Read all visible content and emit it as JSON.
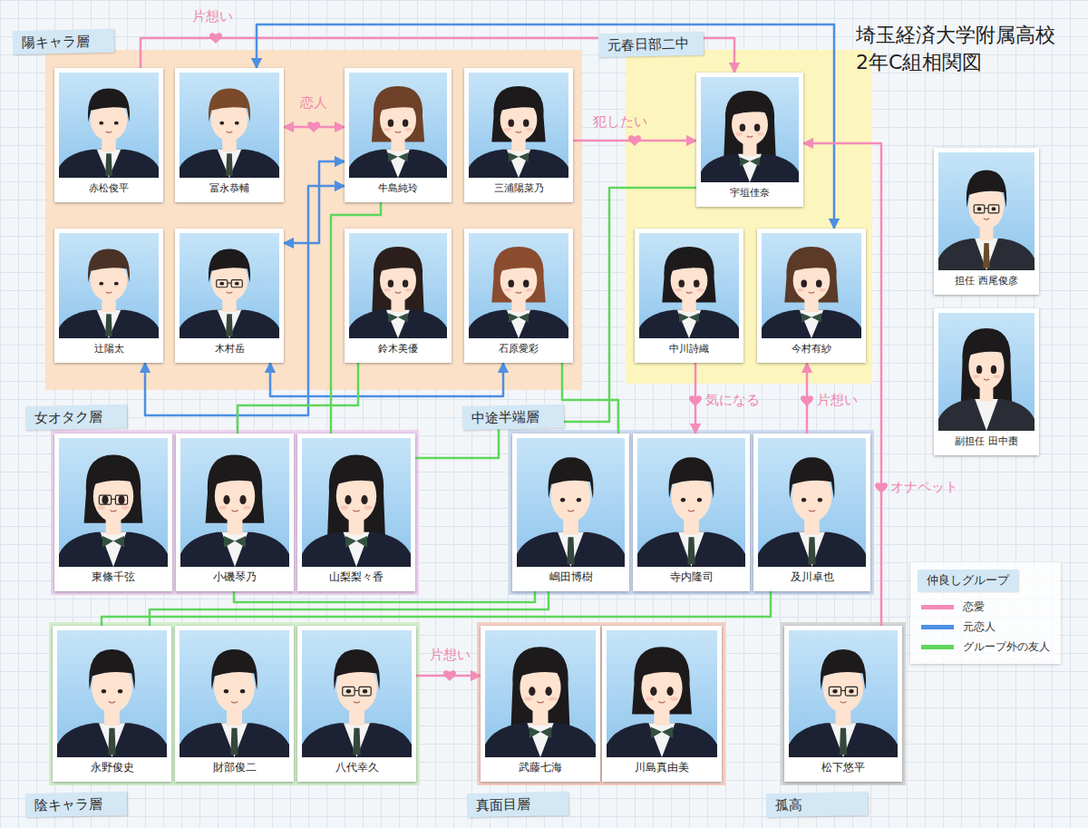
{
  "diagram": {
    "title": "埼玉経済大学附属高校 2年C組相関図",
    "nodes": [
      {
        "text": [
          "陽キャラ層"
        ]
      },
      {
        "text": [
          "赤松俊平"
        ],
        "in": 0
      },
      {
        "text": [
          "冨永恭輔"
        ],
        "in": 0
      },
      {
        "text": [
          "牛島純玲"
        ],
        "in": 0
      },
      {
        "text": [
          "三浦陽菜乃"
        ],
        "in": 0
      },
      {
        "text": [
          "辻陽太"
        ],
        "in": 0
      },
      {
        "text": [
          "木村岳"
        ],
        "in": 0
      },
      {
        "text": [
          "鈴木美優"
        ],
        "in": 0
      },
      {
        "text": [
          "石原愛彩"
        ],
        "in": 0
      },
      {
        "text": [
          "元春日部二中"
        ]
      },
      {
        "text": [
          "宇垣佳奈"
        ],
        "in": 9
      },
      {
        "text": [
          "中川詩織"
        ],
        "in": 9
      },
      {
        "text": [
          "今村有紗"
        ],
        "in": 9
      },
      {
        "text": [
          "担任 西尾俊彦"
        ]
      },
      {
        "text": [
          "副担任 田中棗"
        ]
      },
      {
        "text": [
          "女オタク層"
        ]
      },
      {
        "text": [
          "東條千弦"
        ],
        "in": 15
      },
      {
        "text": [
          "小磯琴乃"
        ],
        "in": 15
      },
      {
        "text": [
          "山梨梨々香"
        ],
        "in": 15
      },
      {
        "text": [
          "中途半端層"
        ]
      },
      {
        "text": [
          "嶋田博樹"
        ],
        "in": 19
      },
      {
        "text": [
          "寺内隆司"
        ],
        "in": 19
      },
      {
        "text": [
          "及川卓也"
        ],
        "in": 19
      },
      {
        "text": [
          "陰キャラ層"
        ]
      },
      {
        "text": [
          "永野俊史"
        ],
        "in": 23
      },
      {
        "text": [
          "財部俊二"
        ],
        "in": 23
      },
      {
        "text": [
          "八代幸久"
        ],
        "in": 23
      },
      {
        "text": [
          "真面目層"
        ]
      },
      {
        "text": [
          "武藤七海"
        ],
        "in": 27
      },
      {
        "text": [
          "川島真由美"
        ],
        "in": 27
      },
      {
        "text": [
          "孤高"
        ]
      },
      {
        "text": [
          "松下悠平"
        ],
        "in": 30
      }
    ],
    "edges": [
      {
        "from": 1,
        "to": 10,
        "arrow": "to",
        "label": "片想い"
      },
      {
        "from": 2,
        "to": 3,
        "arrow": "both",
        "label": "恋人"
      },
      {
        "from": 4,
        "to": 10,
        "arrow": "to",
        "label": "犯したい"
      },
      {
        "from": 2,
        "to": 12,
        "arrow": "both"
      },
      {
        "from": 6,
        "to": 3,
        "arrow": "both"
      },
      {
        "from": 5,
        "to": 3,
        "arrow": "both"
      },
      {
        "from": 8,
        "to": 6,
        "arrow": "both"
      },
      {
        "from": 11,
        "to": 21,
        "arrow": "to",
        "label": "気になる"
      },
      {
        "from": 22,
        "to": 12,
        "arrow": "to",
        "label": "片想い"
      },
      {
        "from": 31,
        "to": 10,
        "arrow": "to",
        "label": "オナペット"
      },
      {
        "from": 26,
        "to": 28,
        "arrow": "to",
        "label": "片想い"
      },
      {
        "from": 10,
        "to": 18,
        "arrow": "none"
      },
      {
        "from": 8,
        "to": 20,
        "arrow": "none"
      },
      {
        "from": 7,
        "to": 17,
        "arrow": "none"
      },
      {
        "from": 18,
        "to": 3,
        "arrow": "none"
      },
      {
        "from": 17,
        "to": 20,
        "arrow": "none"
      },
      {
        "from": 20,
        "to": 24,
        "arrow": "none"
      },
      {
        "from": 22,
        "to": 24,
        "arrow": "none"
      }
    ],
    "labels": [
      "仲良しグループ"
    ],
    "legend": [
      {
        "text": "恋愛",
        "color": "#f48bb8"
      },
      {
        "text": "元恋人",
        "color": "#4d8fe3"
      },
      {
        "text": "グループ外の友人",
        "color": "#5fd65c"
      }
    ]
  }
}
